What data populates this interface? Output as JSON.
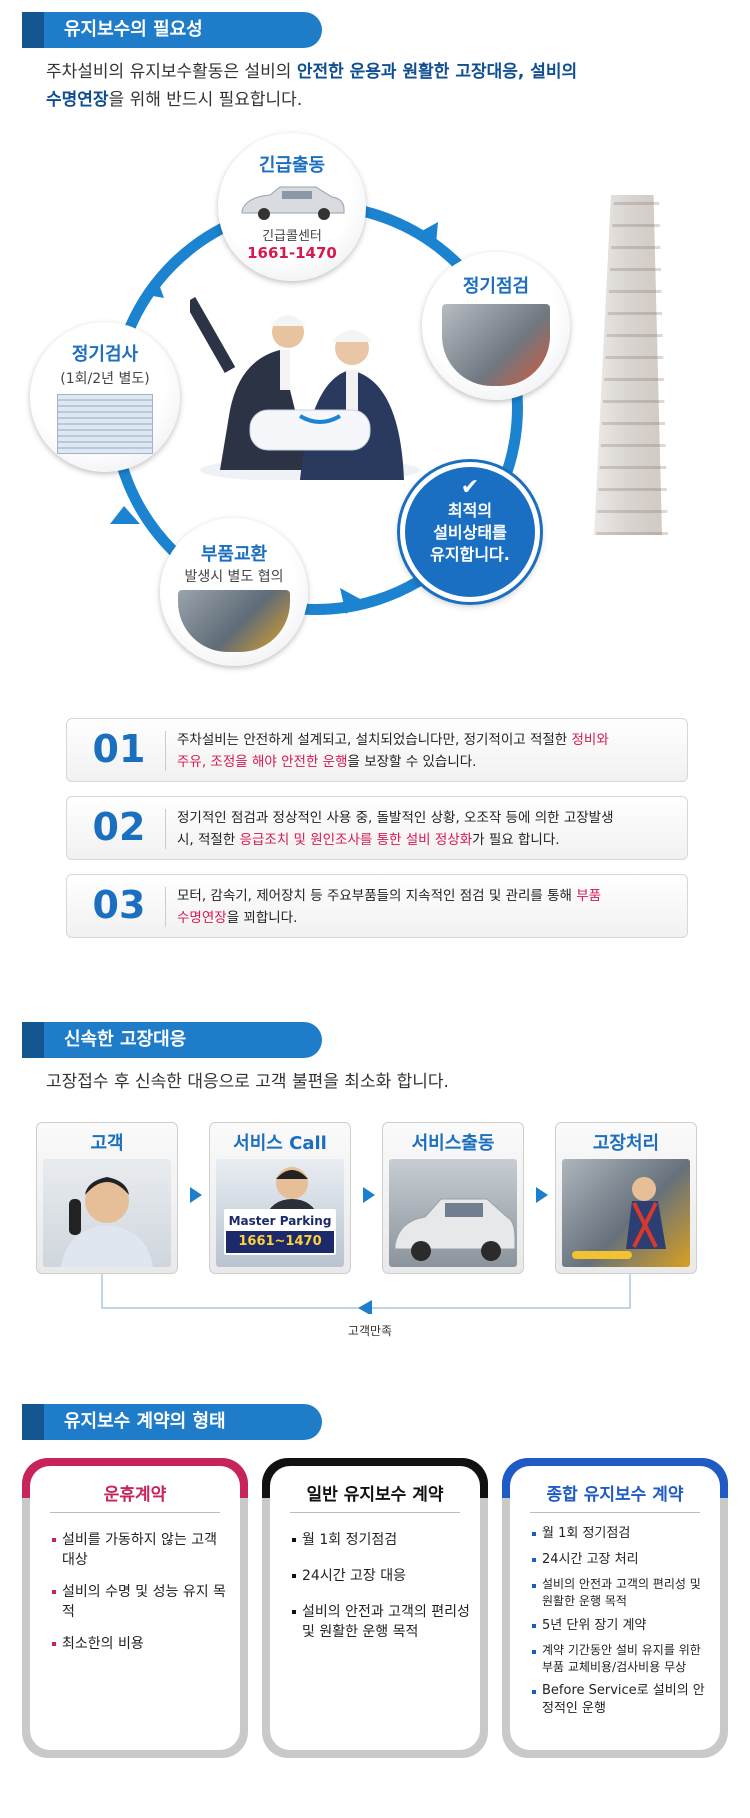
{
  "section1": {
    "title": "유지보수의 필요성",
    "intro_a": "주차설비의 유지보수활동은 설비의 ",
    "intro_hl": "안전한 운용과 원활한 고장대응, 설비의",
    "intro_hl2": "수명연장",
    "intro_b": "을 위해 반드시 필요합니다.",
    "cycle": {
      "emergency": {
        "title": "긴급출동",
        "sub": "긴급콜센터",
        "phone": "1661-1470"
      },
      "regular_check": {
        "title": "정기점검"
      },
      "inspection": {
        "title": "정기검사",
        "sub": "(1회/2년 별도)"
      },
      "parts": {
        "title": "부품교환",
        "sub": "발생시 별도 협의"
      },
      "center": {
        "line1": "최적의",
        "line2": "설비상태를",
        "line3": "유지합니다."
      }
    },
    "points": [
      {
        "num": "01",
        "a": "주차설비는 안전하게 설계되고, 설치되었습니다만, 정기적이고 적절한 ",
        "r1": "정비와",
        "r2": "주유, 조정을 해야 안전한 운행",
        "b": "을 보장할 수 있습니다."
      },
      {
        "num": "02",
        "a": "정기적인 점검과 정상적인 사용 중, 돌발적인 상황, 오조작 등에 의한 고장발생",
        "a2": "시, 적절한 ",
        "r1": "응급조치 및 원인조사를 통한 설비 정상화",
        "b": "가 필요 합니다."
      },
      {
        "num": "03",
        "a": "모터, 감속기, 제어장치 등 주요부품들의 지속적인 점검 및 관리를 통해 ",
        "r1": "부품",
        "r2": "수명연장",
        "b": "을 꾀합니다."
      }
    ]
  },
  "section2": {
    "title": "신속한 고장대응",
    "intro": "고장접수 후 신속한 대응으로 고객 불편을 최소화 합니다.",
    "steps": [
      "고객",
      "서비스 Call",
      "서비스출동",
      "고장처리"
    ],
    "sign_brand": "Master Parking",
    "sign_phone": "1661~1470",
    "loop_label": "고객만족"
  },
  "section3": {
    "title": "유지보수 계약의 형태",
    "cards": [
      {
        "title": "운휴계약",
        "color": "#c7245a",
        "items": [
          "설비를 가동하지 않는 고객 대상",
          "설비의 수명 및 성능 유지 목적",
          "최소한의 비용"
        ]
      },
      {
        "title": "일반 유지보수 계약",
        "color": "#111111",
        "items": [
          "월 1회 정기점검",
          "24시간 고장 대응",
          "설비의 안전과 고객의 편리성 및 원활한 운행 목적"
        ]
      },
      {
        "title": "종합 유지보수 계약",
        "color": "#1f5bc4",
        "items": [
          "월 1회 정기점검",
          "24시간 고장 처리",
          "설비의 안전과 고객의 편리성 및 원활한 운행 목적",
          "5년 단위 장기 계약",
          "계약 기간동안 설비 유지를 위한 부품 교체비용/검사비용 무상",
          "Before Service로 설비의 안정적인 운행"
        ]
      }
    ]
  }
}
